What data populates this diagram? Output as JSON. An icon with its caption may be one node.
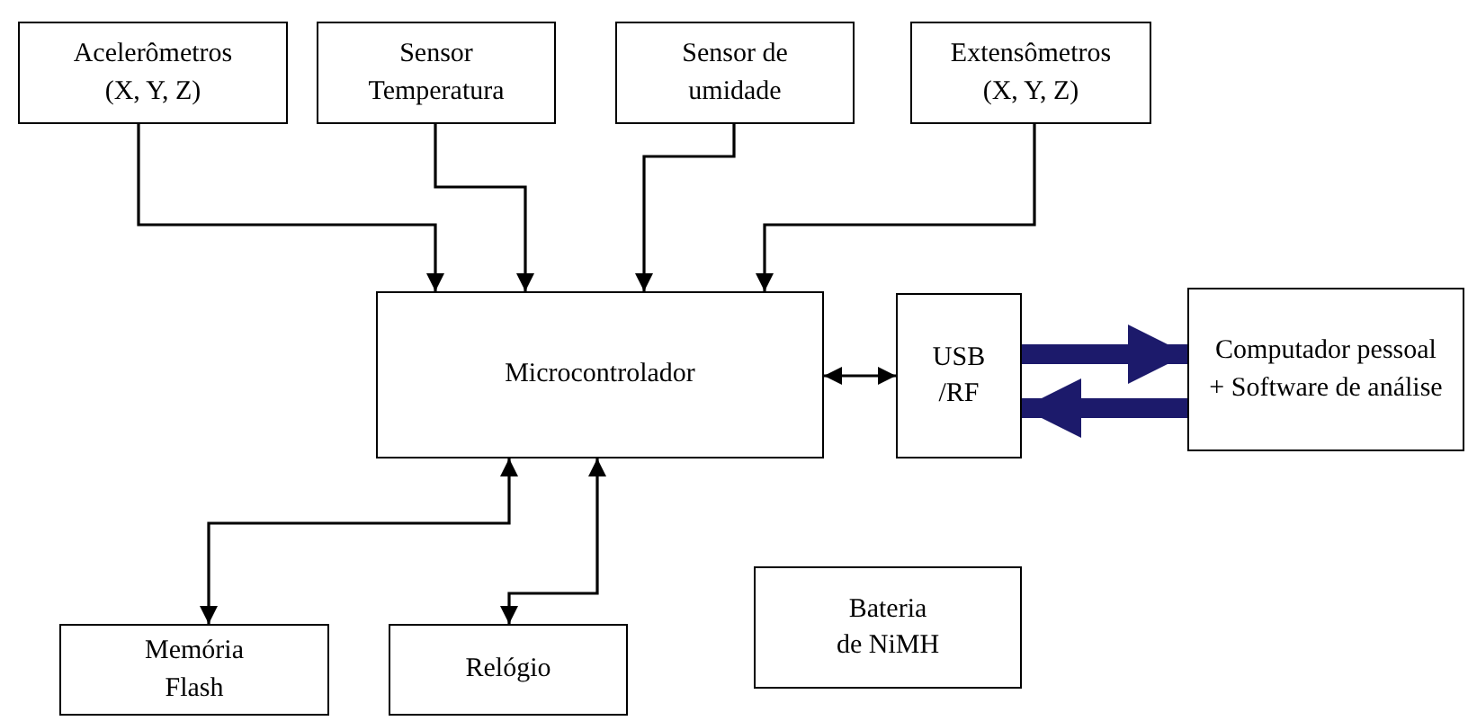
{
  "diagram": {
    "nodes": [
      {
        "text": [
          "Acelerômetros (X, Y, Z)"
        ]
      },
      {
        "text": [
          "Sensor Temperatura"
        ]
      },
      {
        "text": [
          "Sensor de umidade"
        ]
      },
      {
        "text": [
          "Extensômetros (X, Y, Z)"
        ]
      },
      {
        "text": [
          "Microcontrolador"
        ]
      },
      {
        "text": [
          "USB /RF"
        ]
      },
      {
        "text": [
          "Computador pessoal + Software de análise"
        ]
      },
      {
        "text": [
          "Memória Flash"
        ]
      },
      {
        "text": [
          "Relógio"
        ]
      },
      {
        "text": [
          "Bateria de NiMH"
        ]
      }
    ],
    "edges": [
      {
        "from": 0,
        "to": 4,
        "arrow": "to"
      },
      {
        "from": 1,
        "to": 4,
        "arrow": "to"
      },
      {
        "from": 2,
        "to": 4,
        "arrow": "to"
      },
      {
        "from": 3,
        "to": 4,
        "arrow": "to"
      },
      {
        "from": 4,
        "to": 5,
        "arrow": "both"
      },
      {
        "from": 5,
        "to": 6,
        "arrow": "to",
        "style": "thick",
        "color": "#1c1a6b"
      },
      {
        "from": 6,
        "to": 5,
        "arrow": "to",
        "style": "thick",
        "color": "#1c1a6b"
      },
      {
        "from": 4,
        "to": 7,
        "arrow": "both"
      },
      {
        "from": 4,
        "to": 8,
        "arrow": "both"
      }
    ]
  }
}
